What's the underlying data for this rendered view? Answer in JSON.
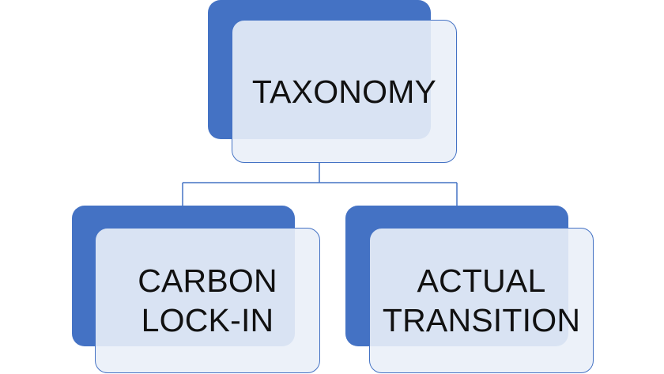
{
  "diagram": {
    "type": "hierarchy",
    "colors": {
      "accent": "#4472c4",
      "box_fill": "#eaeff8",
      "text": "#111111"
    },
    "root": {
      "label": "TAXONOMY"
    },
    "children": [
      {
        "label": "CARBON\nLOCK-IN"
      },
      {
        "label": "ACTUAL\nTRANSITION"
      }
    ]
  }
}
